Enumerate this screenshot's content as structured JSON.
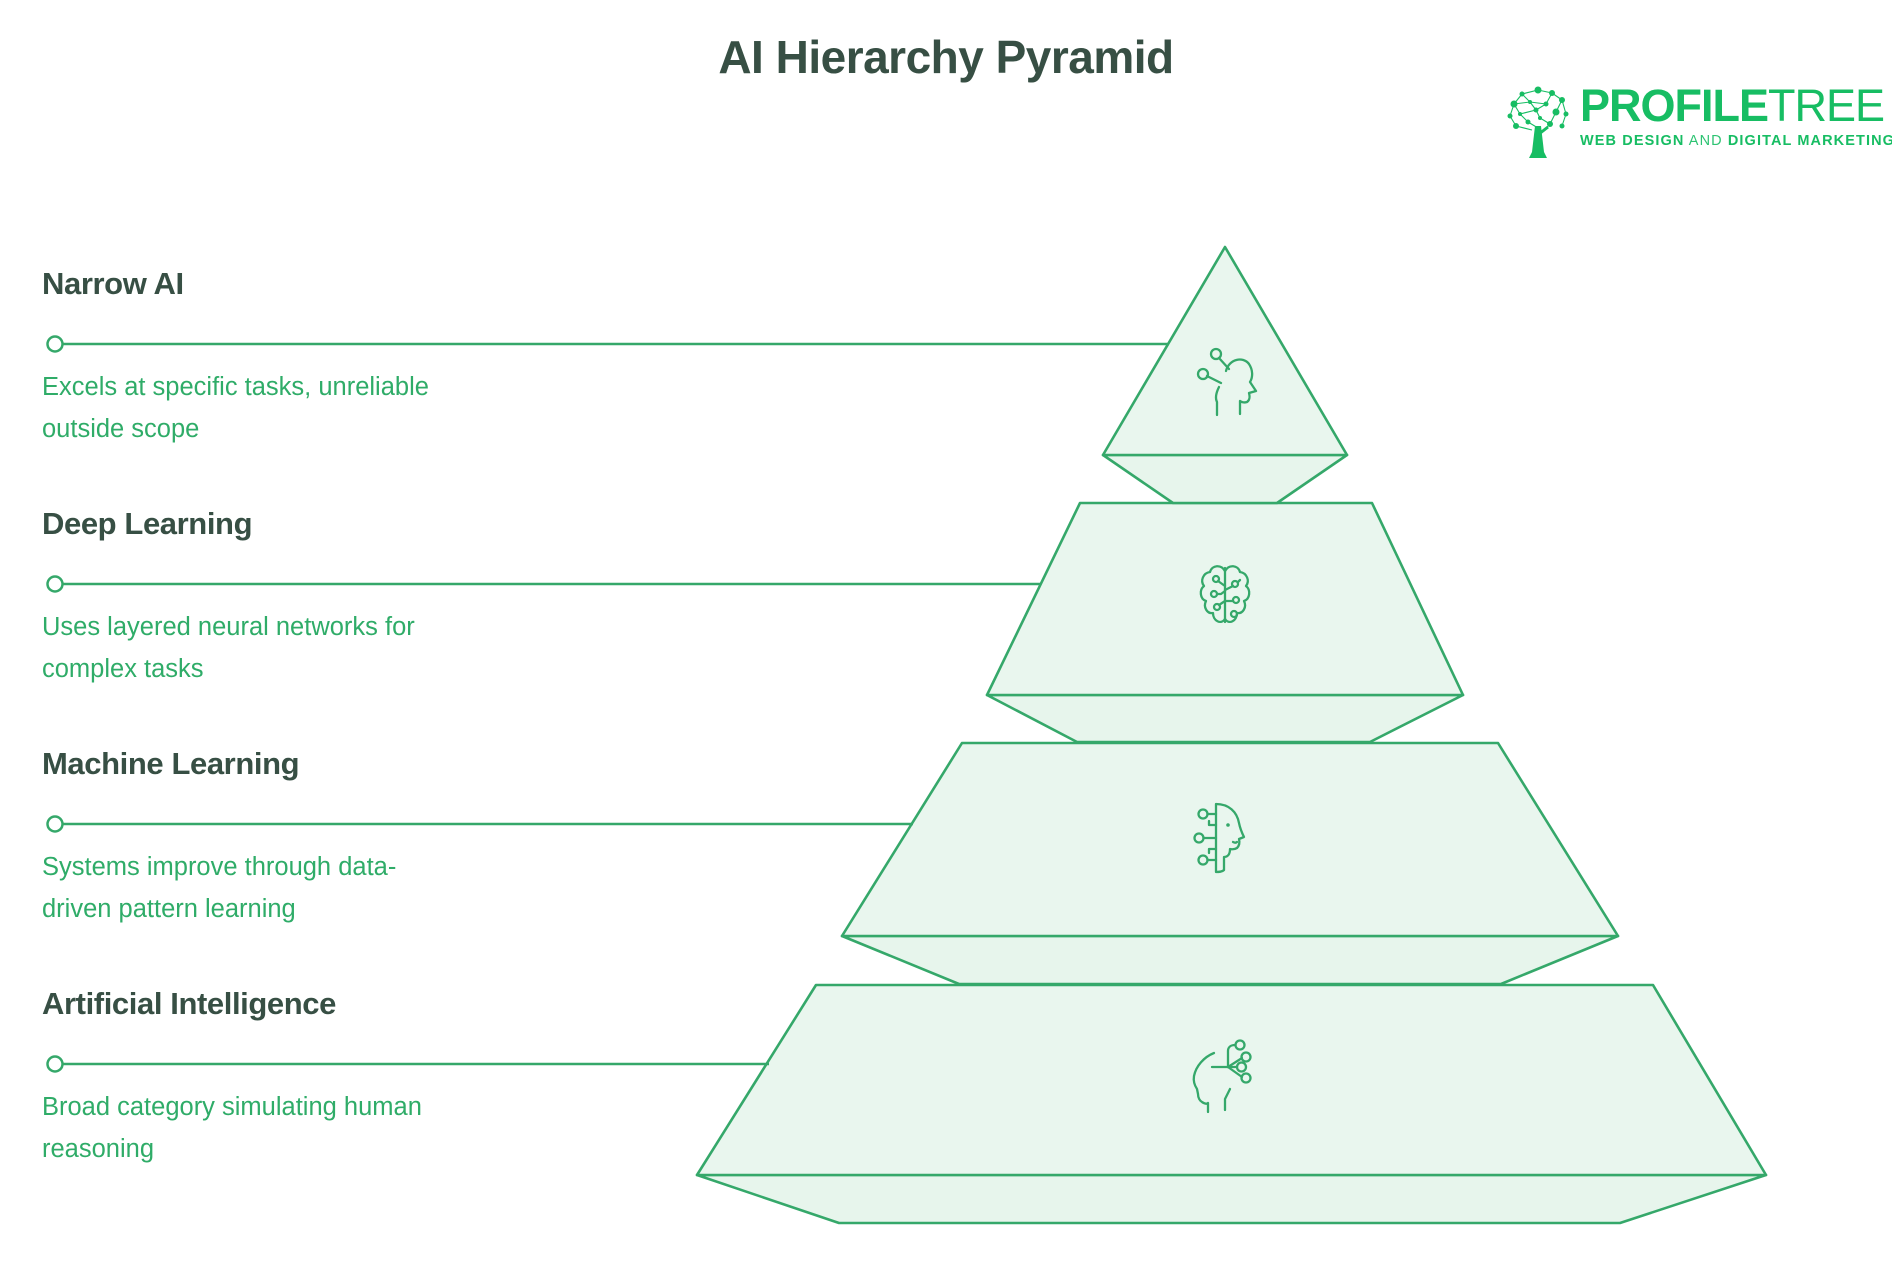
{
  "title": "AI Hierarchy Pyramid",
  "logo": {
    "brand_primary": "PROFILE",
    "brand_secondary": "TREE",
    "tagline_part1": "WEB DESIGN",
    "tagline_part2": "AND",
    "tagline_part3": "DIGITAL MARKETING"
  },
  "levels": [
    {
      "name": "Narrow AI",
      "description": "Excels at specific tasks, unreliable outside scope",
      "description_lines": [
        "Excels at specific tasks, unreliable",
        "outside scope"
      ],
      "icon": "narrow-ai-head-circuit-icon"
    },
    {
      "name": "Deep Learning",
      "description": "Uses layered neural networks for complex tasks",
      "description_lines": [
        "Uses layered neural networks for",
        "complex tasks"
      ],
      "icon": "circuit-brain-icon"
    },
    {
      "name": "Machine Learning",
      "description": "Systems improve through data-driven pattern learning",
      "description_lines": [
        "Systems improve through data-",
        "driven pattern learning"
      ],
      "icon": "half-face-circuit-pins-icon"
    },
    {
      "name": "Artificial Intelligence",
      "description": "Broad category simulating human reasoning",
      "description_lines": [
        "Broad category simulating human",
        "reasoning"
      ],
      "icon": "head-branch-nodes-icon"
    }
  ],
  "colors": {
    "pyramid_stroke": "#35a86a",
    "pyramid_fill": "#e9f6ee",
    "description_text": "#2fac68",
    "heading_text": "#374f44",
    "logo_green": "#17bd63",
    "background": "#ffffff"
  }
}
